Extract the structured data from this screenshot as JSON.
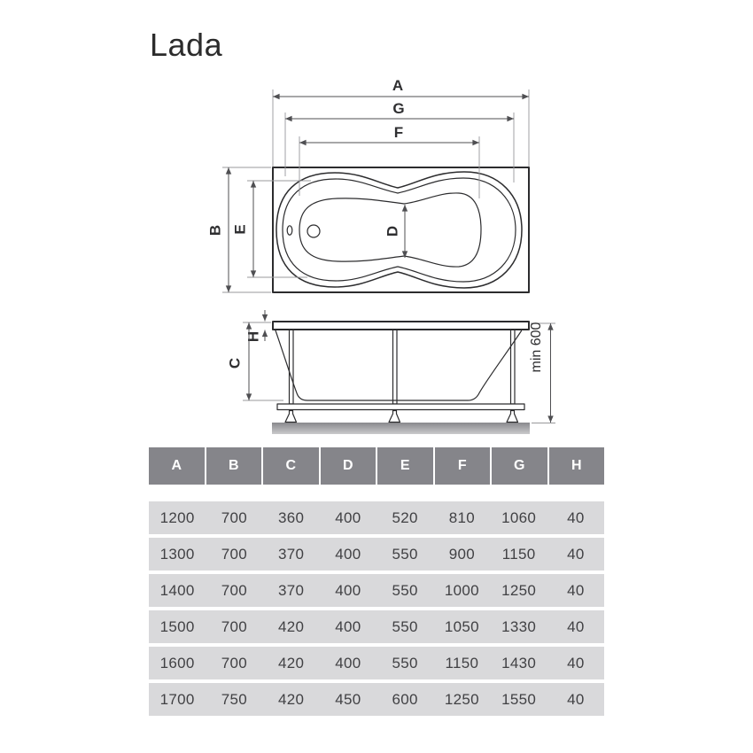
{
  "title": "Lada",
  "diagram": {
    "top_view": {
      "dim_labels": {
        "A": "A",
        "G": "G",
        "F": "F",
        "B": "B",
        "E": "E",
        "D": "D"
      }
    },
    "side_view": {
      "dim_labels": {
        "H": "H",
        "C": "C"
      },
      "min_height_label": "min 600"
    }
  },
  "table": {
    "headers": [
      "A",
      "B",
      "C",
      "D",
      "E",
      "F",
      "G",
      "H"
    ],
    "rows": [
      [
        "1200",
        "700",
        "360",
        "400",
        "520",
        "810",
        "1060",
        "40"
      ],
      [
        "1300",
        "700",
        "370",
        "400",
        "550",
        "900",
        "1150",
        "40"
      ],
      [
        "1400",
        "700",
        "370",
        "400",
        "550",
        "1000",
        "1250",
        "40"
      ],
      [
        "1500",
        "700",
        "420",
        "400",
        "550",
        "1050",
        "1330",
        "40"
      ],
      [
        "1600",
        "700",
        "420",
        "400",
        "550",
        "1150",
        "1430",
        "40"
      ],
      [
        "1700",
        "750",
        "420",
        "450",
        "600",
        "1250",
        "1550",
        "40"
      ]
    ]
  },
  "colors": {
    "table_header_bg": "#85858a",
    "table_row_bg": "#d9d9db",
    "drawing_line": "#2c2c2e",
    "ground_gray": "#8e8e92",
    "page_bg": "#ffffff"
  }
}
